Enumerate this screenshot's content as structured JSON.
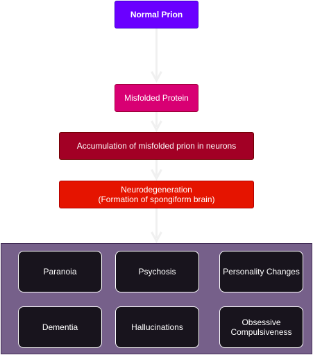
{
  "flow": {
    "normal_prion": "Normal Prion",
    "misfolded_protein": "Misfolded Protein",
    "accumulation": "Accumulation of misfolded prion in neurons",
    "neurodegeneration": "Neurodegeneration\n(Formation of spongiform brain)"
  },
  "symptoms": {
    "paranoia": "Paranoia",
    "psychosis": "Psychosis",
    "personality_changes": "Personality Changes",
    "dementia": "Dementia",
    "hallucinations": "Hallucinations",
    "obsessive_compulsiveness": "Obsessive\nCompulsiveness"
  },
  "colors": {
    "normal_prion": "#6a00ff",
    "misfolded_protein": "#d80073",
    "accumulation": "#a20025",
    "neurodegeneration": "#e51400",
    "symptom_panel": "#76608a",
    "symptom_box": "#18141d",
    "connector": "#f0f0f0"
  }
}
